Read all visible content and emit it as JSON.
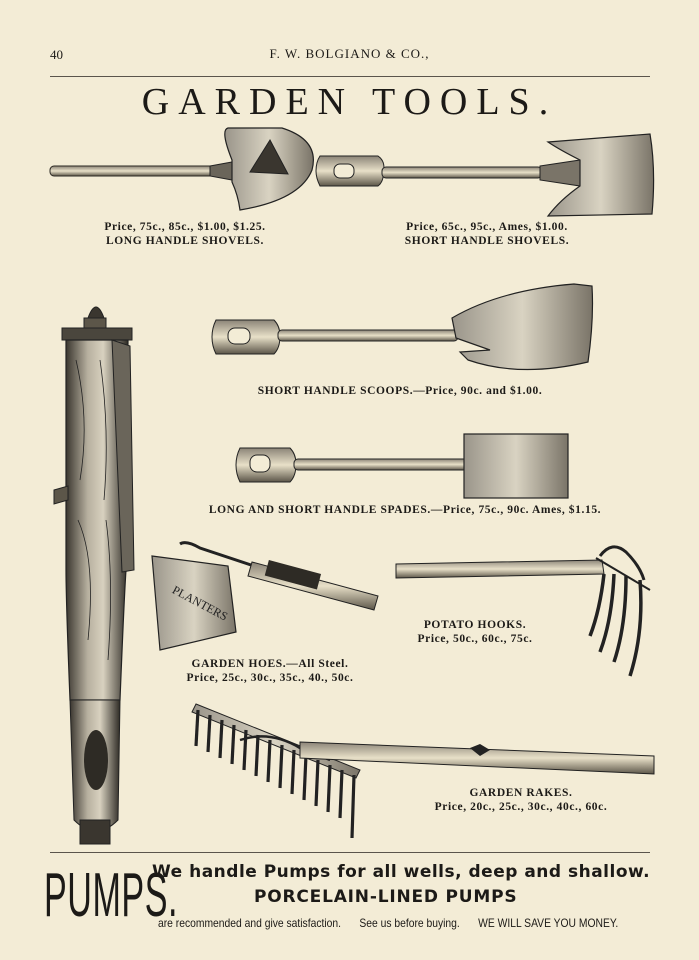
{
  "header": {
    "page_number": "40",
    "publisher": "F. W. BOLGIANO & CO.,"
  },
  "title": "GARDEN TOOLS.",
  "captions": {
    "long_shovels_price": "Price, 75c., 85c., $1.00, $1.25.",
    "long_shovels_name": "LONG HANDLE SHOVELS.",
    "short_shovels_price": "Price, 65c., 95c., Ames, $1.00.",
    "short_shovels_name": "SHORT HANDLE SHOVELS.",
    "scoops": "SHORT HANDLE SCOOPS.—Price, 90c. and $1.00.",
    "spades": "LONG AND SHORT HANDLE SPADES.—Price, 75c., 90c.  Ames, $1.15.",
    "hoes_name": "GARDEN HOES.—All Steel.",
    "hoes_price": "Price, 25c., 30c., 35c., 40., 50c.",
    "potato_name": "POTATO HOOKS.",
    "potato_price": "Price, 50c., 60c., 75c.",
    "rakes_name": "GARDEN RAKES.",
    "rakes_price": "Price, 20c., 25c., 30c., 40c., 60c."
  },
  "engraving_marks": {
    "hoe_blade": "PLANTERS"
  },
  "pumps": {
    "word": "PUMPS.",
    "line1": "We handle Pumps for all wells, deep and shallow.",
    "line2": "PORCELAIN-LINED PUMPS",
    "line3a": "are recommended and give satisfaction.",
    "line3b": "See us before buying.",
    "line3c": "WE WILL SAVE YOU MONEY."
  }
}
